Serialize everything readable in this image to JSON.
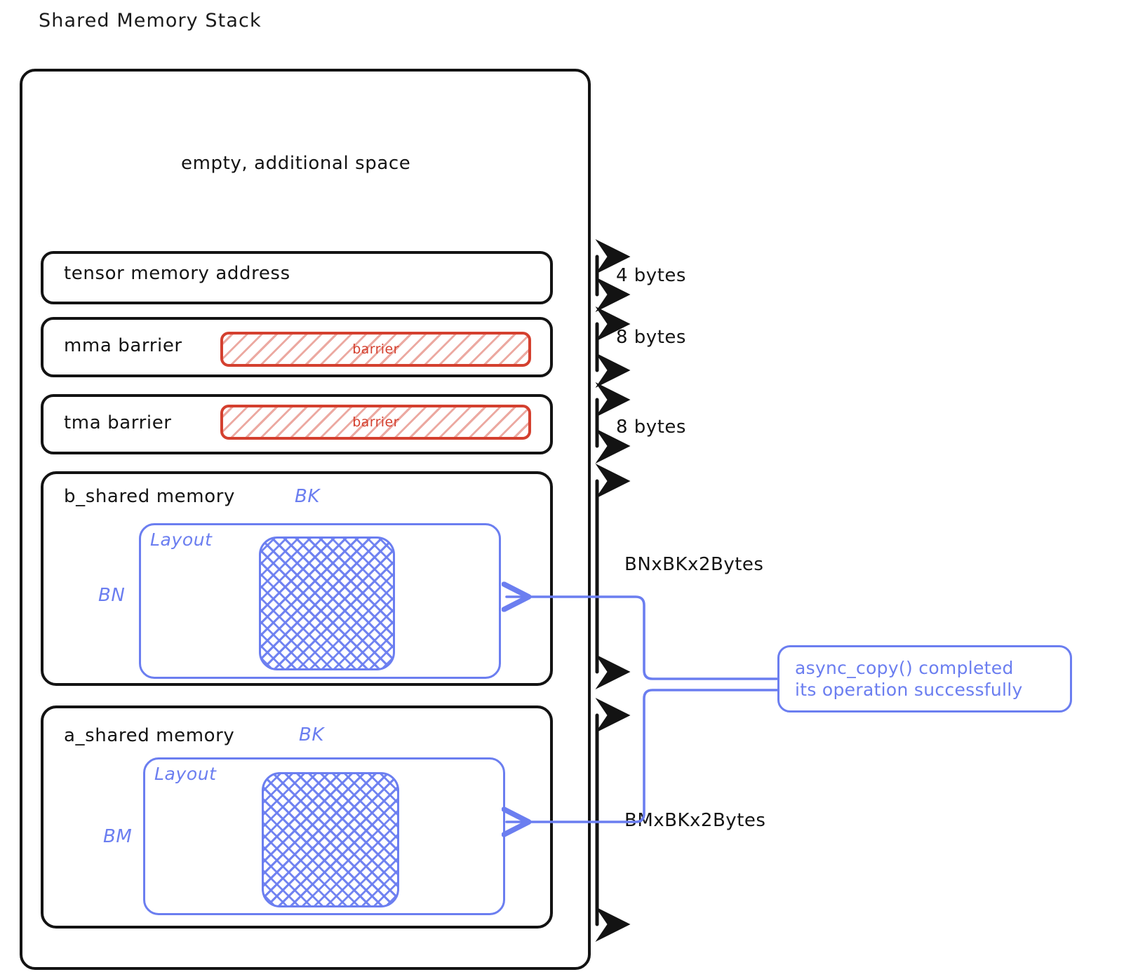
{
  "title": "Shared Memory Stack",
  "colors": {
    "stroke_black": "#131313",
    "accent_blue": "#6b7ef0",
    "barrier_red": "#d4402f",
    "background": "#ffffff"
  },
  "stack": {
    "empty_region_label": "empty, additional space",
    "rows": [
      {
        "id": "tensor-memory-address",
        "label": "tensor memory address",
        "size_label": "4 bytes",
        "has_barrier": false
      },
      {
        "id": "mma-barrier",
        "label": "mma barrier",
        "size_label": "8 bytes",
        "has_barrier": true,
        "barrier_label": "barrier"
      },
      {
        "id": "tma-barrier",
        "label": "tma barrier",
        "size_label": "8 bytes",
        "has_barrier": true,
        "barrier_label": "barrier"
      }
    ],
    "memory_blocks": [
      {
        "id": "b-shared-memory",
        "label": "b_shared memory",
        "layout_label": "Layout",
        "col_dim_label": "BK",
        "row_dim_label": "BN",
        "size_label": "BNxBKx2Bytes"
      },
      {
        "id": "a-shared-memory",
        "label": "a_shared memory",
        "layout_label": "Layout",
        "col_dim_label": "BK",
        "row_dim_label": "BM",
        "size_label": "BMxBKx2Bytes"
      }
    ]
  },
  "callout": {
    "lines": [
      "async_copy() completed",
      "its operation successfully"
    ]
  },
  "icons": {
    "double_arrow": "double-headed-arrow-icon",
    "pointer_arrow": "left-pointing-arrow-icon"
  }
}
